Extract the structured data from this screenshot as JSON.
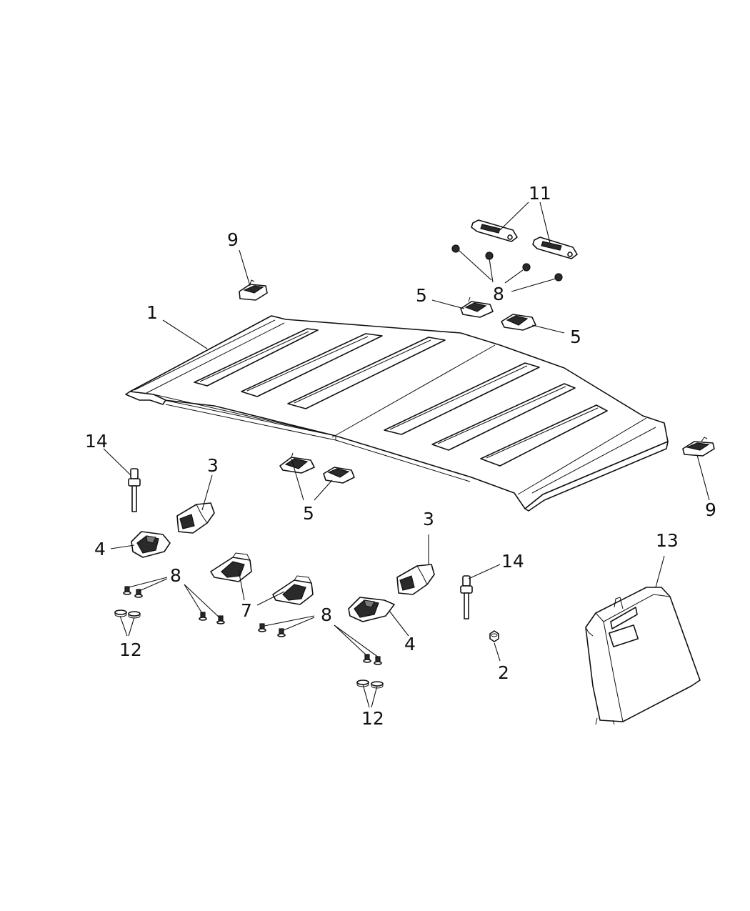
{
  "diagram": {
    "callouts": [
      {
        "key": "c1",
        "label": "1"
      },
      {
        "key": "c2",
        "label": "2"
      },
      {
        "key": "c3a",
        "label": "3"
      },
      {
        "key": "c3b",
        "label": "3"
      },
      {
        "key": "c4a",
        "label": "4"
      },
      {
        "key": "c4b",
        "label": "4"
      },
      {
        "key": "c5a",
        "label": "5"
      },
      {
        "key": "c5b",
        "label": "5"
      },
      {
        "key": "c5c",
        "label": "5"
      },
      {
        "key": "c7",
        "label": "7"
      },
      {
        "key": "c8a",
        "label": "8"
      },
      {
        "key": "c8b",
        "label": "8"
      },
      {
        "key": "c8c",
        "label": "8"
      },
      {
        "key": "c9a",
        "label": "9"
      },
      {
        "key": "c9b",
        "label": "9"
      },
      {
        "key": "c11",
        "label": "11"
      },
      {
        "key": "c12a",
        "label": "12"
      },
      {
        "key": "c12b",
        "label": "12"
      },
      {
        "key": "c13",
        "label": "13"
      },
      {
        "key": "c14a",
        "label": "14"
      },
      {
        "key": "c14b",
        "label": "14"
      }
    ]
  }
}
